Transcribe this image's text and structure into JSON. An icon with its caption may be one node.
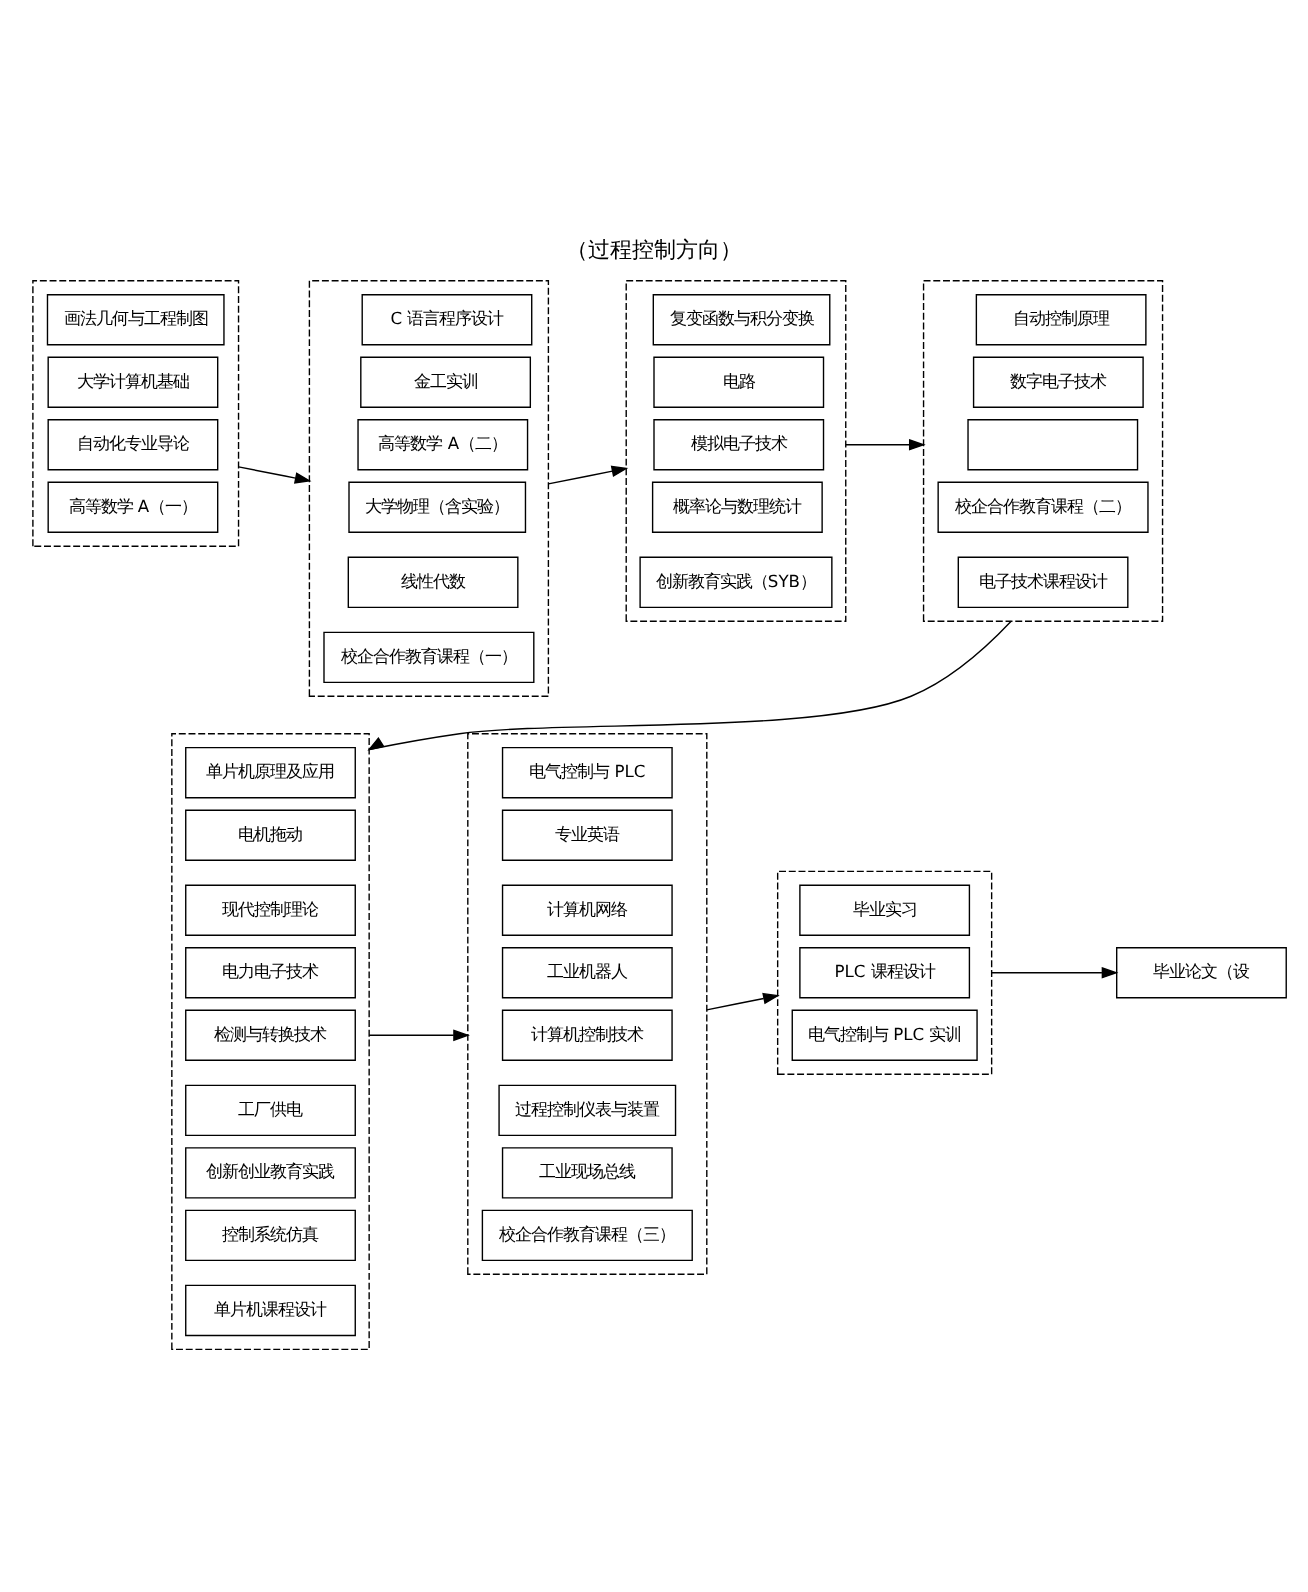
{
  "diagram": {
    "title": "（过程控制方向）",
    "nodes": [
      {
        "text": [],
        "shape": "box"
      },
      {
        "text": [
          "画法几何与工程制图"
        ],
        "in": 0
      },
      {
        "text": [
          "大学计算机基础"
        ],
        "in": 0
      },
      {
        "text": [
          "自动化专业导论"
        ],
        "in": 0
      },
      {
        "text": [
          "高等数学 A（一）"
        ],
        "in": 0
      },
      {
        "text": [],
        "shape": "box"
      },
      {
        "text": [
          "C 语言程序设计"
        ],
        "in": 5
      },
      {
        "text": [
          "金工实训"
        ],
        "in": 5
      },
      {
        "text": [
          "高等数学 A（二）"
        ],
        "in": 5
      },
      {
        "text": [
          "大学物理（含实验）"
        ],
        "in": 5
      },
      {
        "text": [
          "线性代数"
        ],
        "in": 5
      },
      {
        "text": [
          "校企合作教育课程（一）"
        ],
        "in": 5
      },
      {
        "text": [],
        "shape": "box"
      },
      {
        "text": [
          "复变函数与积分变换"
        ],
        "in": 12
      },
      {
        "text": [
          "电路"
        ],
        "in": 12
      },
      {
        "text": [
          "模拟电子技术"
        ],
        "in": 12
      },
      {
        "text": [
          "概率论与数理统计"
        ],
        "in": 12
      },
      {
        "text": [
          "创新教育实践（SYB）"
        ],
        "in": 12
      },
      {
        "text": [],
        "shape": "box"
      },
      {
        "text": [
          "自动控制原理"
        ],
        "in": 18
      },
      {
        "text": [
          "数字电子技术"
        ],
        "in": 18
      },
      {
        "text": [],
        "shape": "box",
        "in": 18
      },
      {
        "text": [
          "校企合作教育课程（二）"
        ],
        "in": 18
      },
      {
        "text": [
          "电子技术课程设计"
        ],
        "in": 18
      },
      {
        "text": [],
        "shape": "box"
      },
      {
        "text": [
          "单片机原理及应用"
        ],
        "in": 24
      },
      {
        "text": [
          "电机拖动"
        ],
        "in": 24
      },
      {
        "text": [
          "现代控制理论"
        ],
        "in": 24
      },
      {
        "text": [
          "电力电子技术"
        ],
        "in": 24
      },
      {
        "text": [
          "检测与转换技术"
        ],
        "in": 24
      },
      {
        "text": [
          "工厂供电"
        ],
        "in": 24
      },
      {
        "text": [
          "创新创业教育实践"
        ],
        "in": 24
      },
      {
        "text": [
          "控制系统仿真"
        ],
        "in": 24
      },
      {
        "text": [
          "单片机课程设计"
        ],
        "in": 24
      },
      {
        "text": [],
        "shape": "box"
      },
      {
        "text": [
          "电气控制与 PLC"
        ],
        "in": 34
      },
      {
        "text": [
          "专业英语"
        ],
        "in": 34
      },
      {
        "text": [
          "计算机网络"
        ],
        "in": 34
      },
      {
        "text": [
          "工业机器人"
        ],
        "in": 34
      },
      {
        "text": [
          "计算机控制技术"
        ],
        "in": 34
      },
      {
        "text": [
          "过程控制仪表与装置"
        ],
        "in": 34
      },
      {
        "text": [
          "工业现场总线"
        ],
        "in": 34
      },
      {
        "text": [
          "校企合作教育课程（三）"
        ],
        "in": 34
      },
      {
        "text": [],
        "shape": "box"
      },
      {
        "text": [
          "毕业实习"
        ],
        "in": 43
      },
      {
        "text": [
          "PLC 课程设计"
        ],
        "in": 43
      },
      {
        "text": [
          "电气控制与 PLC 实训"
        ],
        "in": 43
      },
      {
        "text": [
          "毕业论文（设"
        ]
      }
    ],
    "edges": [
      {
        "from": 0,
        "to": 5,
        "arrow": "to"
      },
      {
        "from": 5,
        "to": 12,
        "arrow": "to"
      },
      {
        "from": 12,
        "to": 18,
        "arrow": "to"
      },
      {
        "from": 18,
        "to": 24,
        "arrow": "to"
      },
      {
        "from": 24,
        "to": 34,
        "arrow": "to"
      },
      {
        "from": 34,
        "to": 43,
        "arrow": "to"
      },
      {
        "from": 43,
        "to": 47,
        "arrow": "to"
      }
    ]
  }
}
